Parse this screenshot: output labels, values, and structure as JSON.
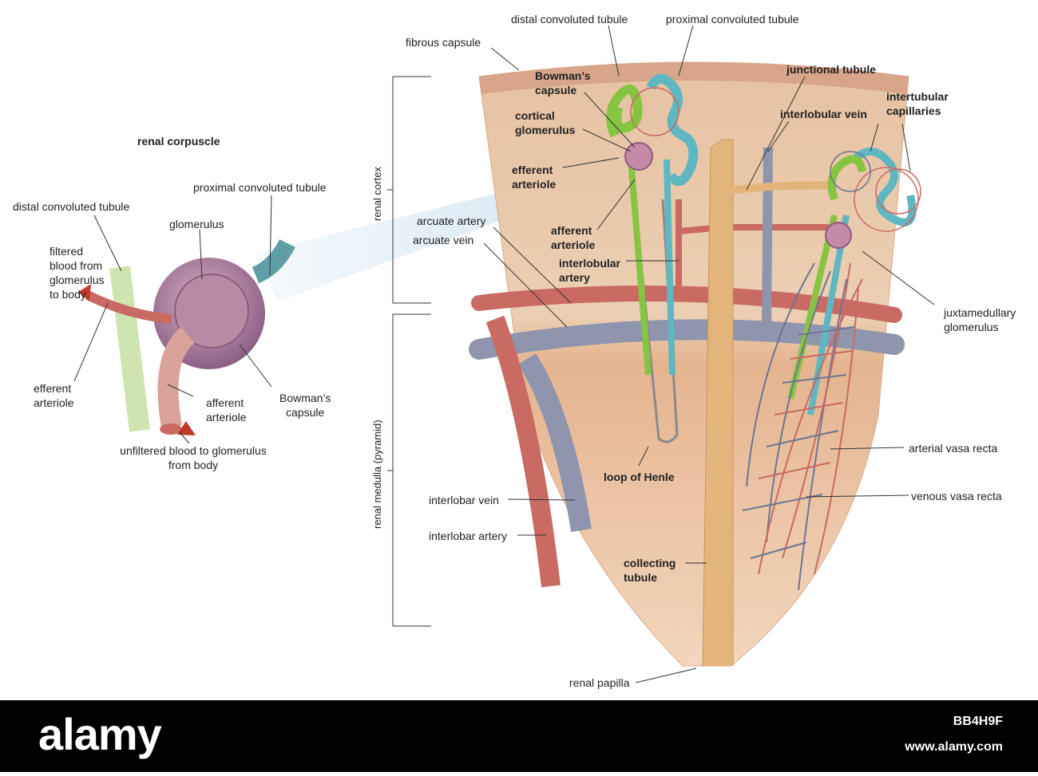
{
  "colors": {
    "cortex": "#e9c6a6",
    "medulla": "#ebc3a0",
    "artery": "#c96a63",
    "vein": "#8f95ad",
    "collecting_tubule": "#e3b57b",
    "distal_tubule": "#86c441",
    "proximal_tubule": "#5fb7c2",
    "glomerulus": "#b07a9a",
    "footer": "#000000"
  },
  "corpuscle": {
    "title": "renal corpuscle",
    "proximal": "proximal convoluted tubule",
    "distal": "distal convoluted tubule",
    "glomerulus": "glomerulus",
    "filtered": [
      "filtered",
      "blood from",
      "glomerulus",
      "to body"
    ],
    "efferent": [
      "efferent",
      "arteriole"
    ],
    "afferent": [
      "afferent",
      "arteriole"
    ],
    "bowman": [
      "Bowman’s",
      "capsule"
    ],
    "unfiltered": [
      "unfiltered blood to glomerulus",
      "from body"
    ]
  },
  "regions": {
    "cortex": "renal cortex",
    "medulla": "renal medulla (pyramid)"
  },
  "wedge": {
    "distal": "distal convoluted tubule",
    "proximal": "proximal convoluted tubule",
    "fibrous": "fibrous capsule",
    "bowman": [
      "Bowman’s",
      "capsule"
    ],
    "junctional": "junctional tubule",
    "cortical": [
      "cortical",
      "glomerulus"
    ],
    "interlobular_vein": "interlobular vein",
    "intertubular": [
      "intertubular",
      "capillaries"
    ],
    "efferent": [
      "efferent",
      "arteriole"
    ],
    "arcuate_artery": "arcuate artery",
    "arcuate_vein": "arcuate vein",
    "afferent": [
      "afferent",
      "arteriole"
    ],
    "interlobular_artery": [
      "interlobular",
      "artery"
    ],
    "juxta": [
      "juxtamedullary",
      "glomerulus"
    ],
    "arterial_vasa": "arterial vasa recta",
    "venous_vasa": "venous vasa recta",
    "loop": "loop of Henle",
    "interlobar_vein": "interlobar vein",
    "interlobar_artery": "interlobar artery",
    "collecting": [
      "collecting",
      "tubule"
    ],
    "papilla": "renal papilla"
  },
  "footer": {
    "logo": "alamy",
    "image_id": "BB4H9F",
    "site": "www.alamy.com"
  }
}
